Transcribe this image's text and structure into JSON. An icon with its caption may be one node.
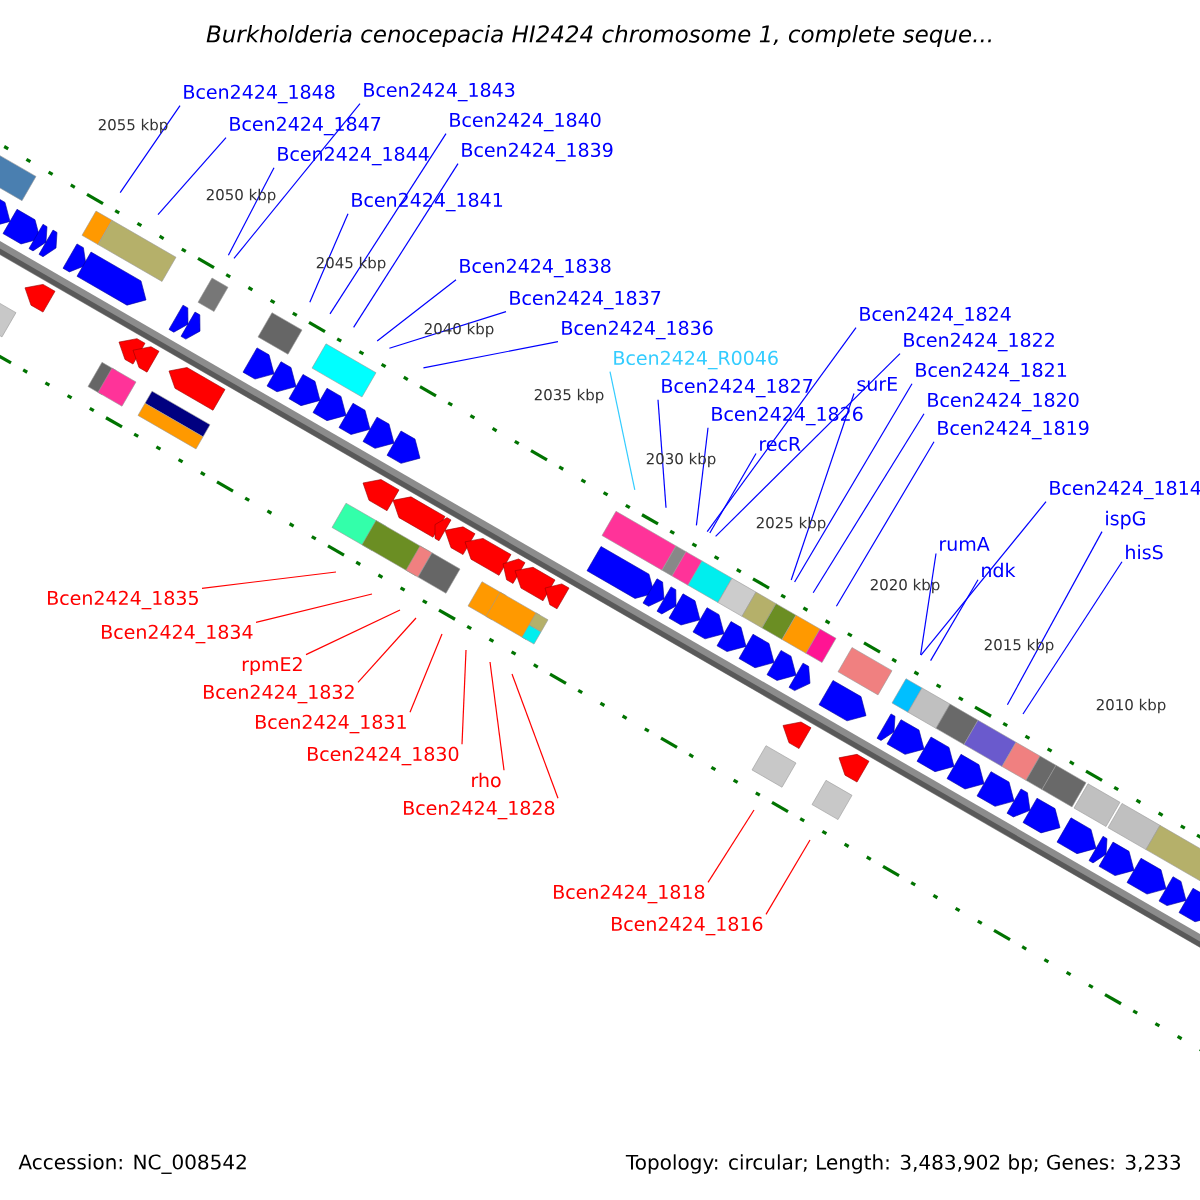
{
  "diagram": {
    "title": "Burkholderia cenocepacia HI2424 chromosome 1, complete seque...",
    "nodes": [
      {
        "text": [
          "Bcen2424_1848"
        ]
      },
      {
        "text": [
          "Bcen2424_1843"
        ]
      },
      {
        "text": [
          "Bcen2424_1847"
        ]
      },
      {
        "text": [
          "Bcen2424_1840"
        ]
      },
      {
        "text": [
          "Bcen2424_1844"
        ]
      },
      {
        "text": [
          "Bcen2424_1839"
        ]
      },
      {
        "text": [
          "Bcen2424_1841"
        ]
      },
      {
        "text": [
          "Bcen2424_1838"
        ]
      },
      {
        "text": [
          "Bcen2424_1837"
        ]
      },
      {
        "text": [
          "Bcen2424_1836"
        ]
      },
      {
        "text": [
          "Bcen2424_1824"
        ]
      },
      {
        "text": [
          "Bcen2424_1822"
        ]
      },
      {
        "text": [
          "Bcen2424_R0046"
        ]
      },
      {
        "text": [
          "surE"
        ]
      },
      {
        "text": [
          "Bcen2424_1821"
        ]
      },
      {
        "text": [
          "Bcen2424_1827"
        ]
      },
      {
        "text": [
          "Bcen2424_1820"
        ]
      },
      {
        "text": [
          "Bcen2424_1826"
        ]
      },
      {
        "text": [
          "Bcen2424_1819"
        ]
      },
      {
        "text": [
          "recR"
        ]
      },
      {
        "text": [
          "Bcen2424_1814"
        ]
      },
      {
        "text": [
          "ispG"
        ]
      },
      {
        "text": [
          "rumA"
        ]
      },
      {
        "text": [
          "hisS"
        ]
      },
      {
        "text": [
          "ndk"
        ]
      },
      {
        "text": [
          "Bcen2424_1835"
        ]
      },
      {
        "text": [
          "Bcen2424_1834"
        ]
      },
      {
        "text": [
          "rpmE2"
        ]
      },
      {
        "text": [
          "Bcen2424_1832"
        ]
      },
      {
        "text": [
          "Bcen2424_1831"
        ]
      },
      {
        "text": [
          "Bcen2424_1830"
        ]
      },
      {
        "text": [
          "rho"
        ]
      },
      {
        "text": [
          "Bcen2424_1828"
        ]
      },
      {
        "text": [
          "Bcen2424_1818"
        ]
      },
      {
        "text": [
          "Bcen2424_1816"
        ]
      }
    ],
    "edges": [
      {
        "from": 0,
        "to": null,
        "arrow": "none"
      },
      {
        "from": 1,
        "to": null,
        "arrow": "none"
      },
      {
        "from": 2,
        "to": null,
        "arrow": "none"
      },
      {
        "from": 3,
        "to": null,
        "arrow": "none"
      },
      {
        "from": 4,
        "to": null,
        "arrow": "none"
      },
      {
        "from": 5,
        "to": null,
        "arrow": "none"
      },
      {
        "from": 6,
        "to": null,
        "arrow": "none"
      },
      {
        "from": 7,
        "to": null,
        "arrow": "none"
      },
      {
        "from": 8,
        "to": null,
        "arrow": "none"
      },
      {
        "from": 9,
        "to": null,
        "arrow": "none"
      },
      {
        "from": 10,
        "to": null,
        "arrow": "none"
      },
      {
        "from": 11,
        "to": null,
        "arrow": "none"
      },
      {
        "from": 12,
        "to": null,
        "arrow": "none",
        "color": "#33ccff"
      },
      {
        "from": 13,
        "to": null,
        "arrow": "none"
      },
      {
        "from": 14,
        "to": null,
        "arrow": "none"
      },
      {
        "from": 15,
        "to": null,
        "arrow": "none"
      },
      {
        "from": 16,
        "to": null,
        "arrow": "none"
      },
      {
        "from": 17,
        "to": null,
        "arrow": "none"
      },
      {
        "from": 18,
        "to": null,
        "arrow": "none"
      },
      {
        "from": 19,
        "to": null,
        "arrow": "none"
      },
      {
        "from": 20,
        "to": null,
        "arrow": "none"
      },
      {
        "from": 21,
        "to": null,
        "arrow": "none"
      },
      {
        "from": 22,
        "to": null,
        "arrow": "none"
      },
      {
        "from": 23,
        "to": null,
        "arrow": "none"
      },
      {
        "from": 24,
        "to": null,
        "arrow": "none"
      },
      {
        "from": 25,
        "to": null,
        "arrow": "none",
        "color": "#ff0000"
      },
      {
        "from": 26,
        "to": null,
        "arrow": "none",
        "color": "#ff0000"
      },
      {
        "from": 27,
        "to": null,
        "arrow": "none",
        "color": "#ff0000"
      },
      {
        "from": 28,
        "to": null,
        "arrow": "none",
        "color": "#ff0000"
      },
      {
        "from": 29,
        "to": null,
        "arrow": "none",
        "color": "#ff0000"
      },
      {
        "from": 30,
        "to": null,
        "arrow": "none",
        "color": "#ff0000"
      },
      {
        "from": 31,
        "to": null,
        "arrow": "none",
        "color": "#ff0000"
      },
      {
        "from": 32,
        "to": null,
        "arrow": "none",
        "color": "#ff0000"
      },
      {
        "from": 33,
        "to": null,
        "arrow": "none",
        "color": "#ff0000"
      },
      {
        "from": 34,
        "to": null,
        "arrow": "none",
        "color": "#ff0000"
      }
    ],
    "labels": [
      "2055 kbp",
      "2050 kbp",
      "2045 kbp",
      "2040 kbp",
      "2035 kbp",
      "2030 kbp",
      "2025 kbp",
      "2020 kbp",
      "2015 kbp",
      "2010 kbp",
      "Accession: NC_008542",
      "Topology: circular; Length: 3,483,902 bp; Genes: 3,233"
    ]
  }
}
